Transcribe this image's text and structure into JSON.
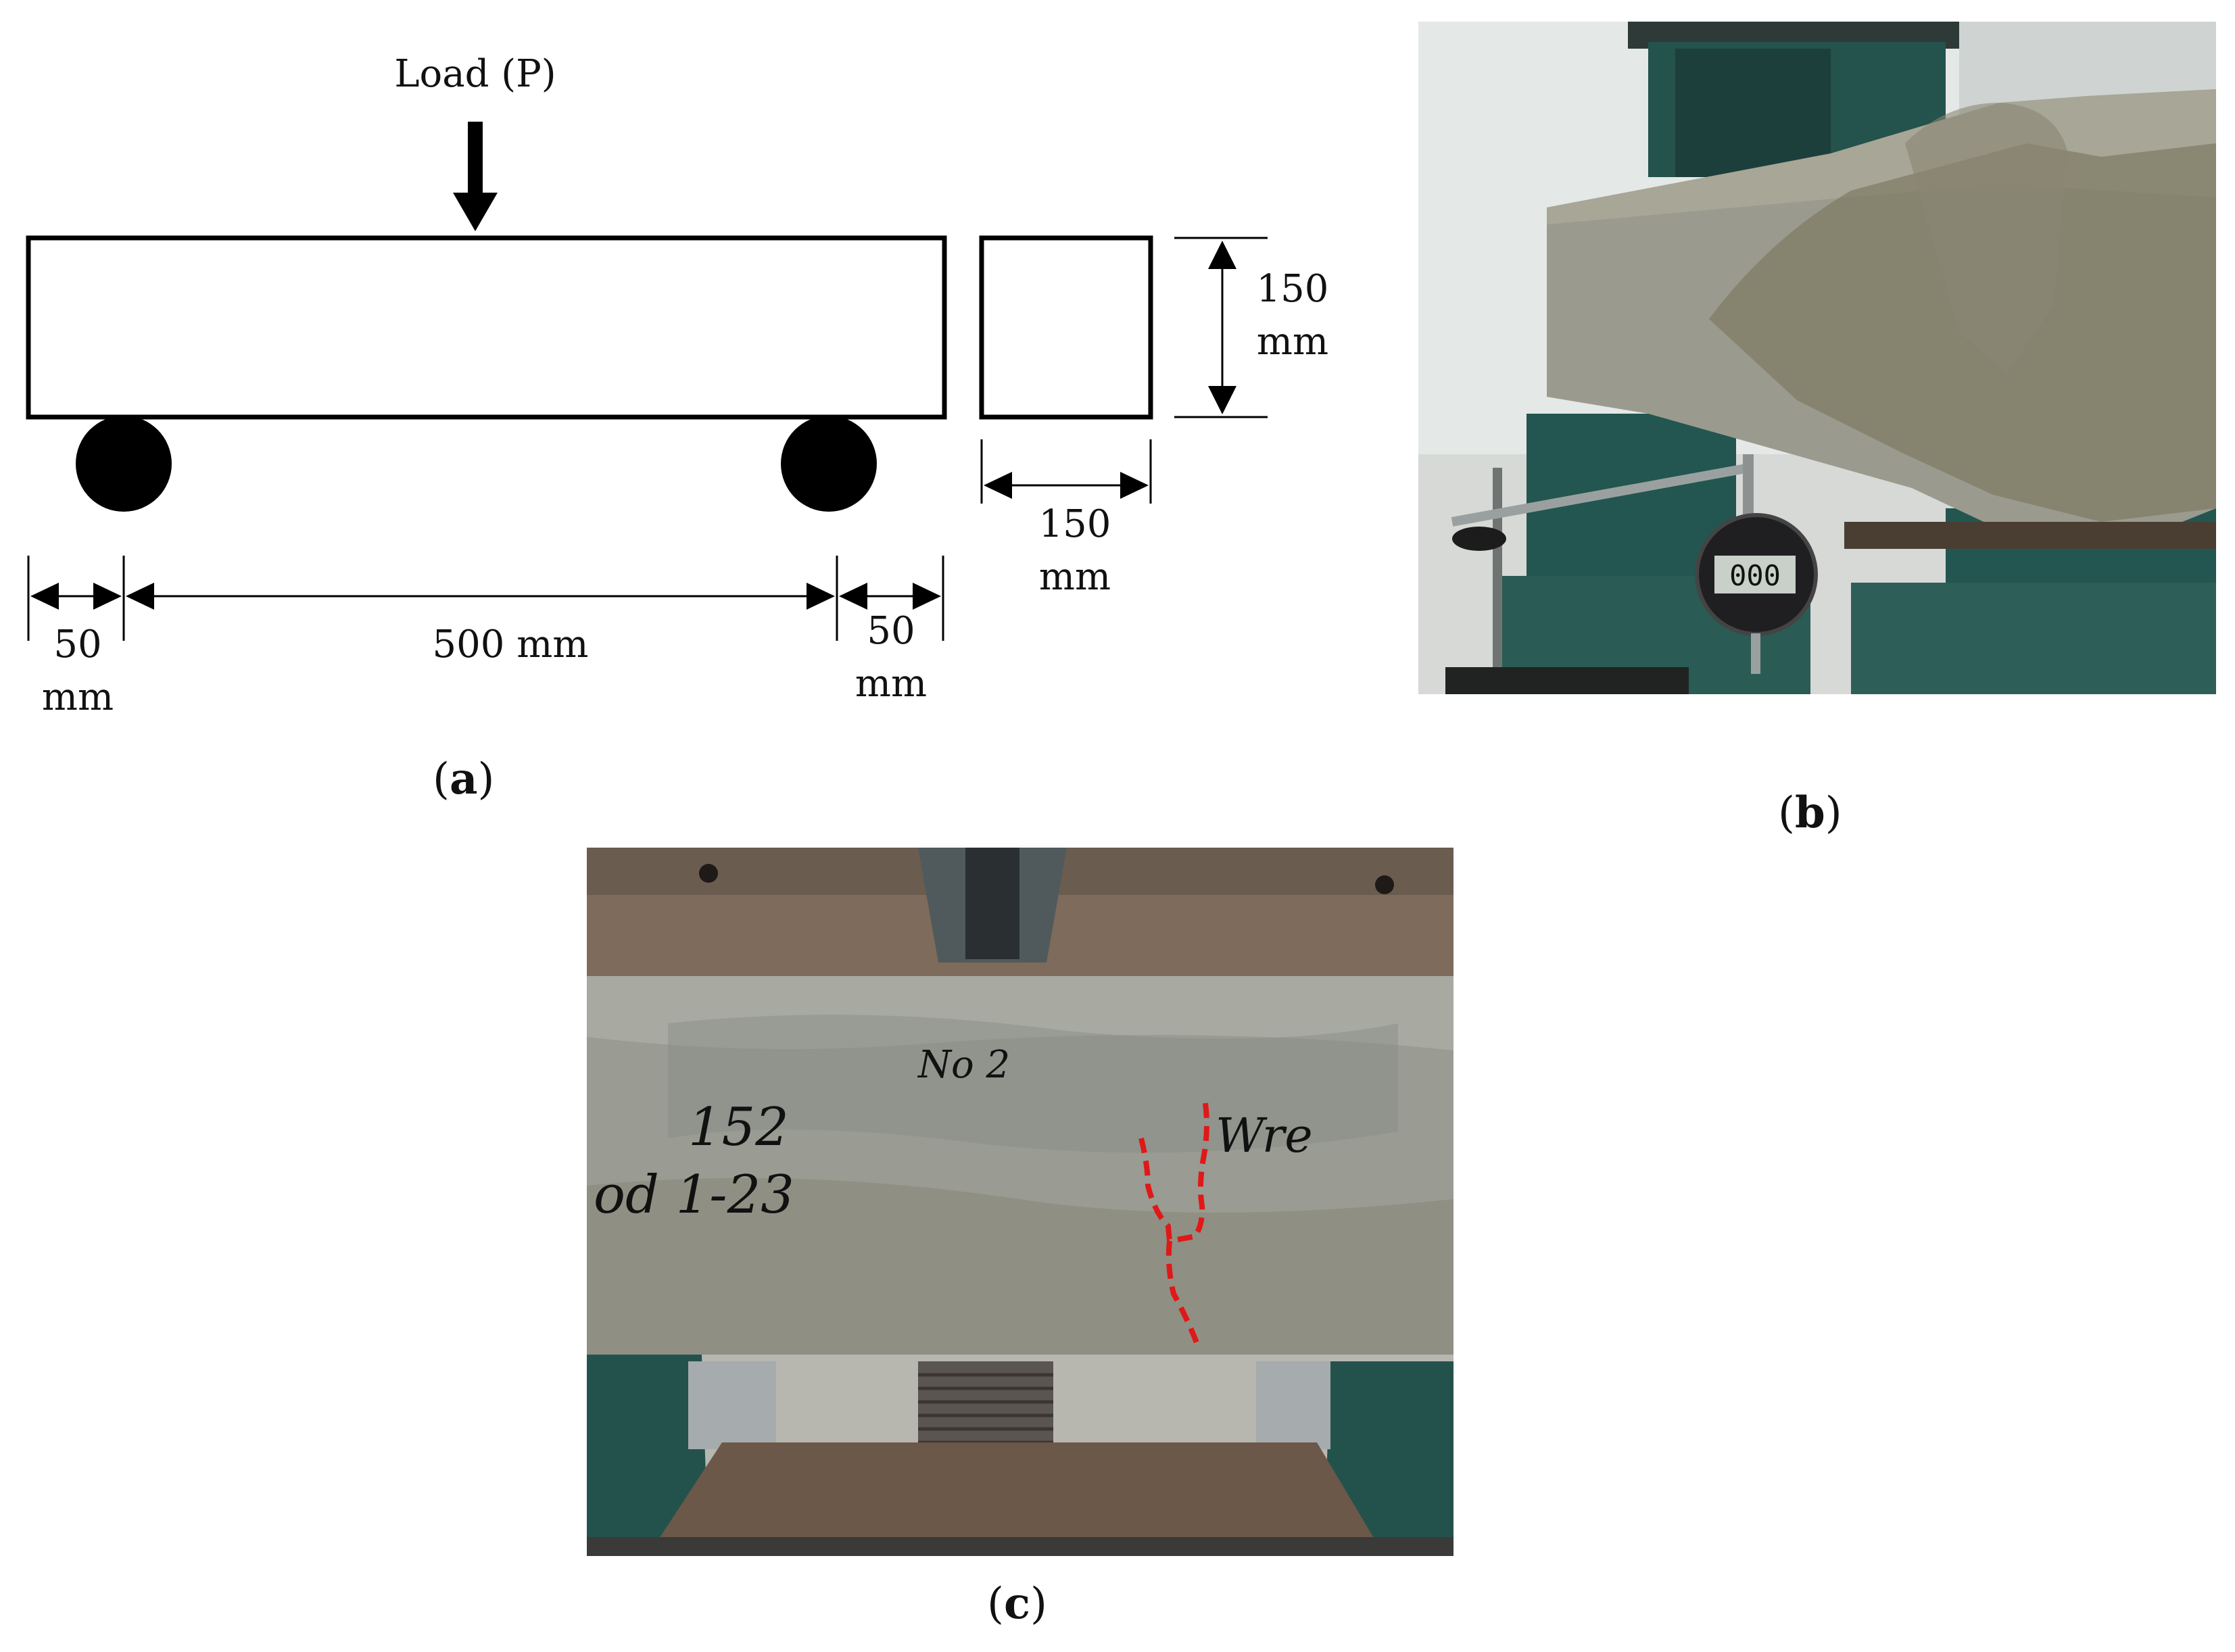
{
  "panel_a": {
    "load_label": "Load (P)",
    "height_value": "150",
    "height_unit": "mm",
    "width_value": "150",
    "width_unit": "mm",
    "left_overhang_value": "50",
    "left_overhang_unit": "mm",
    "span_label": "500 mm",
    "right_overhang_value": "50",
    "right_overhang_unit": "mm",
    "caption_letter": "a"
  },
  "panel_b": {
    "dial_gauge_reading": "000",
    "caption_letter": "b"
  },
  "panel_c": {
    "beam_marking_line1": "152",
    "beam_marking_line2": "od 1-23",
    "beam_marking_top": "No 2",
    "beam_marking_right": "Wre",
    "caption_letter": "c"
  }
}
